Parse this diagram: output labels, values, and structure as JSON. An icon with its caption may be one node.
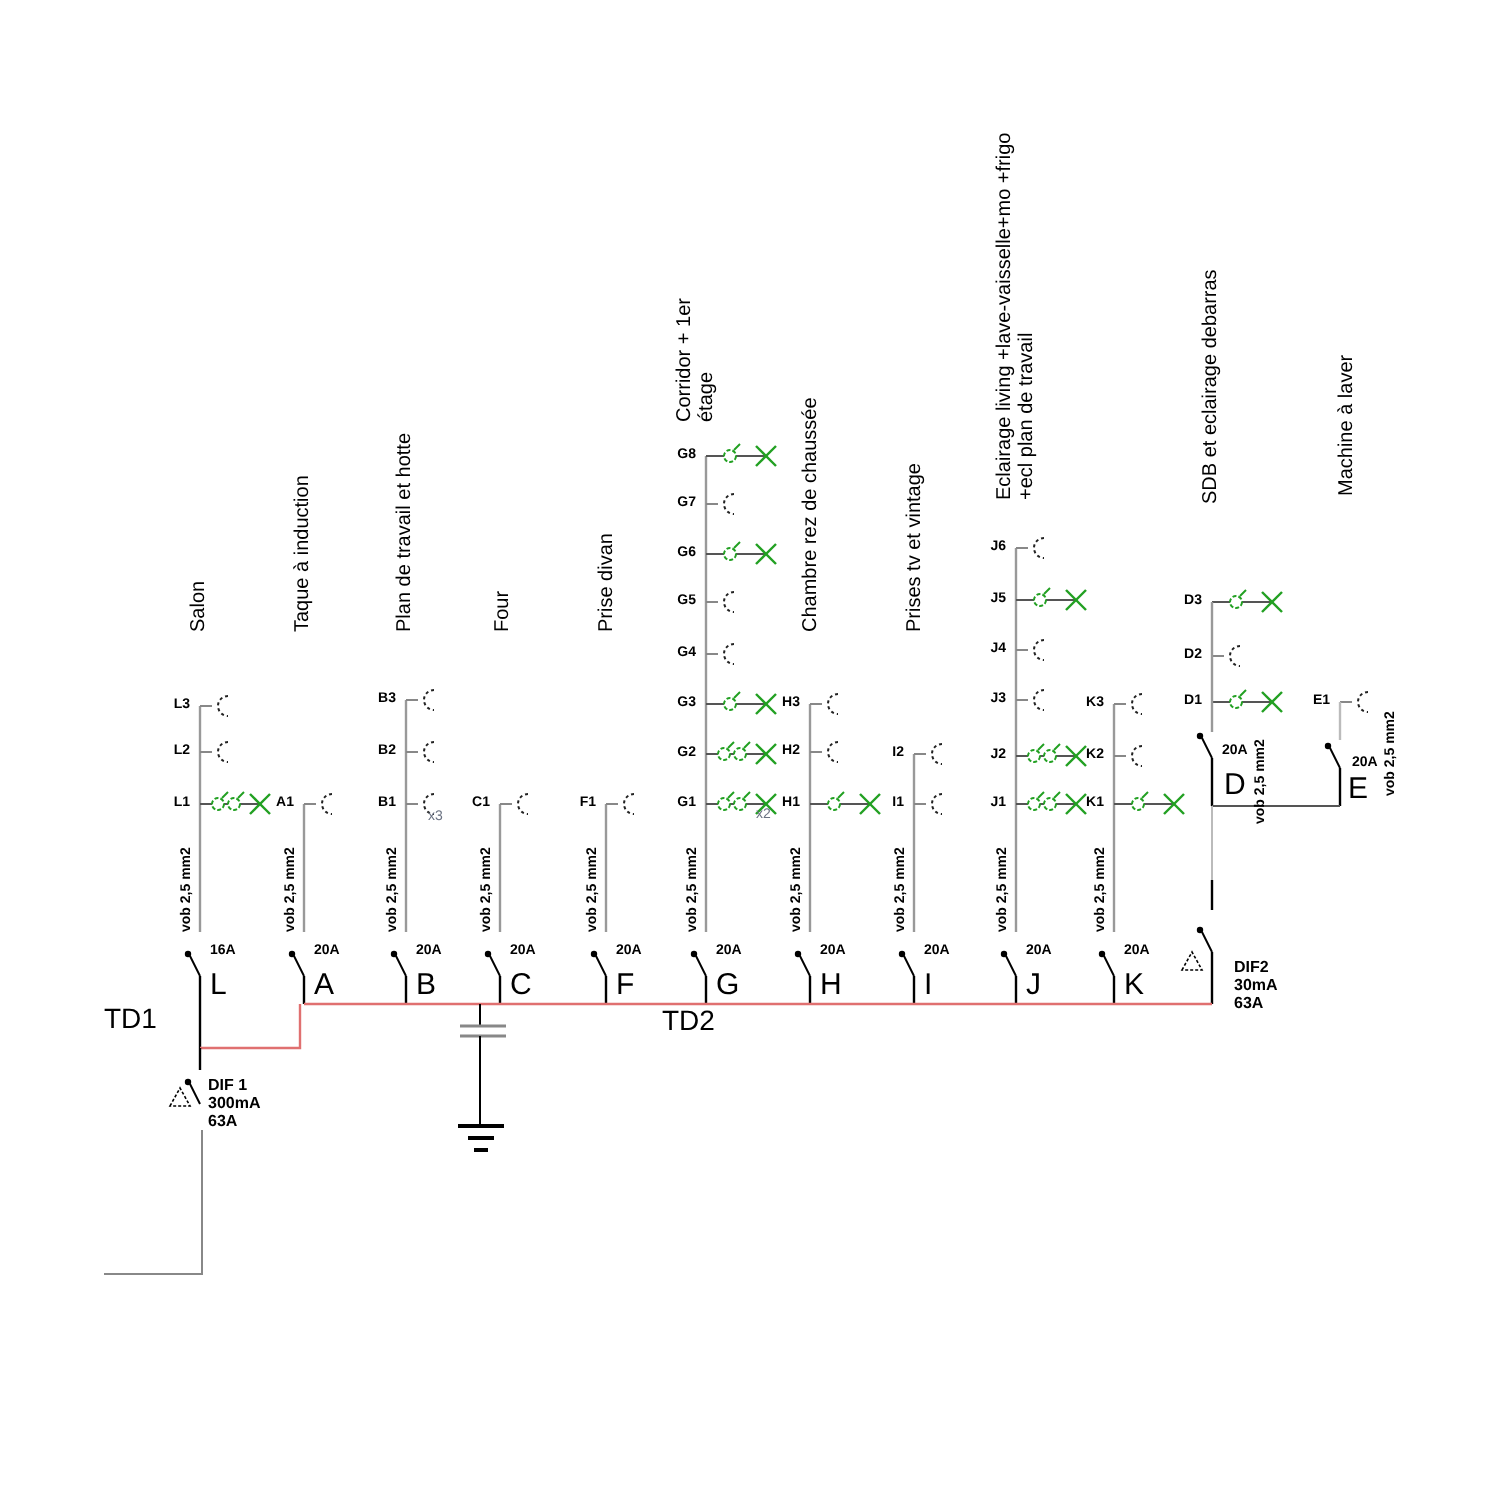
{
  "diagram": {
    "labels": [
      "Salon",
      "Taque à induction",
      "Plan de travail et hotte",
      "Four",
      "Prise divan",
      "Corridor + 1er étage",
      "Chambre rez de chaussée",
      "Prises tv et vintage",
      "Eclairage living +lave-vaisselle+mo +frigo +ecl plan de travail",
      "SDB et eclairage debarras",
      "Machine à laver",
      "L3",
      "L2",
      "L1",
      "vob 2,5 mm2",
      "16A",
      "L",
      "A1",
      "vob 2,5 mm2",
      "20A",
      "A",
      "B3",
      "B2",
      "B1",
      "x3",
      "vob 2,5 mm2",
      "20A",
      "B",
      "C1",
      "vob 2,5 mm2",
      "20A",
      "C",
      "F1",
      "vob 2,5 mm2",
      "20A",
      "F",
      "G8",
      "G7",
      "G6",
      "G5",
      "G4",
      "G3",
      "G2",
      "G1",
      "x2",
      "vob 2,5 mm2",
      "20A",
      "G",
      "H3",
      "H2",
      "H1",
      "vob 2,5 mm2",
      "20A",
      "H",
      "I2",
      "I1",
      "vob 2,5 mm2",
      "20A",
      "I",
      "J6",
      "J5",
      "J4",
      "J3",
      "J2",
      "J1",
      "vob 2,5 mm2",
      "20A",
      "J",
      "K3",
      "K2",
      "K1",
      "vob 2,5 mm2",
      "20A",
      "K",
      "D3",
      "D2",
      "D1",
      "20A",
      "D",
      "vob 2,5 mm2",
      "E1",
      "20A",
      "E",
      "vob 2,5 mm2",
      "TD1",
      "TD2",
      "DIF 1",
      "300mA",
      "63A",
      "DIF2",
      "30mA",
      "63A"
    ]
  }
}
